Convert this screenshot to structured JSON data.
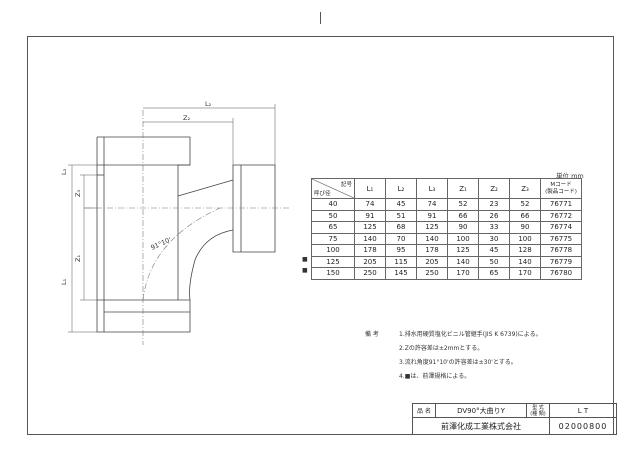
{
  "unit_label": "単位 mm",
  "table": {
    "header_size": "呼び径",
    "header_code": "記号",
    "columns": [
      "L₁",
      "L₂",
      "L₃",
      "Z₁",
      "Z₂",
      "Z₃"
    ],
    "code_header_line1": "Mコード",
    "code_header_line2": "(製品コード)",
    "rows": [
      {
        "size": "40",
        "mark": "",
        "vals": [
          "74",
          "45",
          "74",
          "52",
          "23",
          "52"
        ],
        "code": "76771"
      },
      {
        "size": "50",
        "mark": "",
        "vals": [
          "91",
          "51",
          "91",
          "66",
          "26",
          "66"
        ],
        "code": "76772"
      },
      {
        "size": "65",
        "mark": "",
        "vals": [
          "125",
          "68",
          "125",
          "90",
          "33",
          "90"
        ],
        "code": "76774"
      },
      {
        "size": "75",
        "mark": "",
        "vals": [
          "140",
          "70",
          "140",
          "100",
          "30",
          "100"
        ],
        "code": "76775"
      },
      {
        "size": "100",
        "mark": "",
        "vals": [
          "178",
          "95",
          "178",
          "125",
          "45",
          "128"
        ],
        "code": "76778"
      },
      {
        "size": "125",
        "mark": "■",
        "vals": [
          "205",
          "115",
          "205",
          "140",
          "50",
          "140"
        ],
        "code": "76779"
      },
      {
        "size": "150",
        "mark": "■",
        "vals": [
          "250",
          "145",
          "250",
          "170",
          "65",
          "170"
        ],
        "code": "76780"
      }
    ]
  },
  "drawing": {
    "labels": [
      "L₂",
      "Z₂",
      "L₃",
      "Z₃",
      "Z₁",
      "L₁"
    ],
    "angle": "91°10'"
  },
  "notes": {
    "label": "備 考",
    "items": [
      "1.排水用硬質塩化ビニル管継手(JIS K 6739)による。",
      "2.Zの許容差は±2mmとする。",
      "3.流れ角度91°10'の許容差は±30'とする。",
      "4.■は、前澤規格による。"
    ]
  },
  "titleblock": {
    "name_label": "品 名",
    "name_value": "DV90°大曲りY",
    "type_label_1": "型 式",
    "type_label_2": "(種 類)",
    "type_value": "L T",
    "company": "前澤化成工業株式会社",
    "code": "02000800"
  }
}
